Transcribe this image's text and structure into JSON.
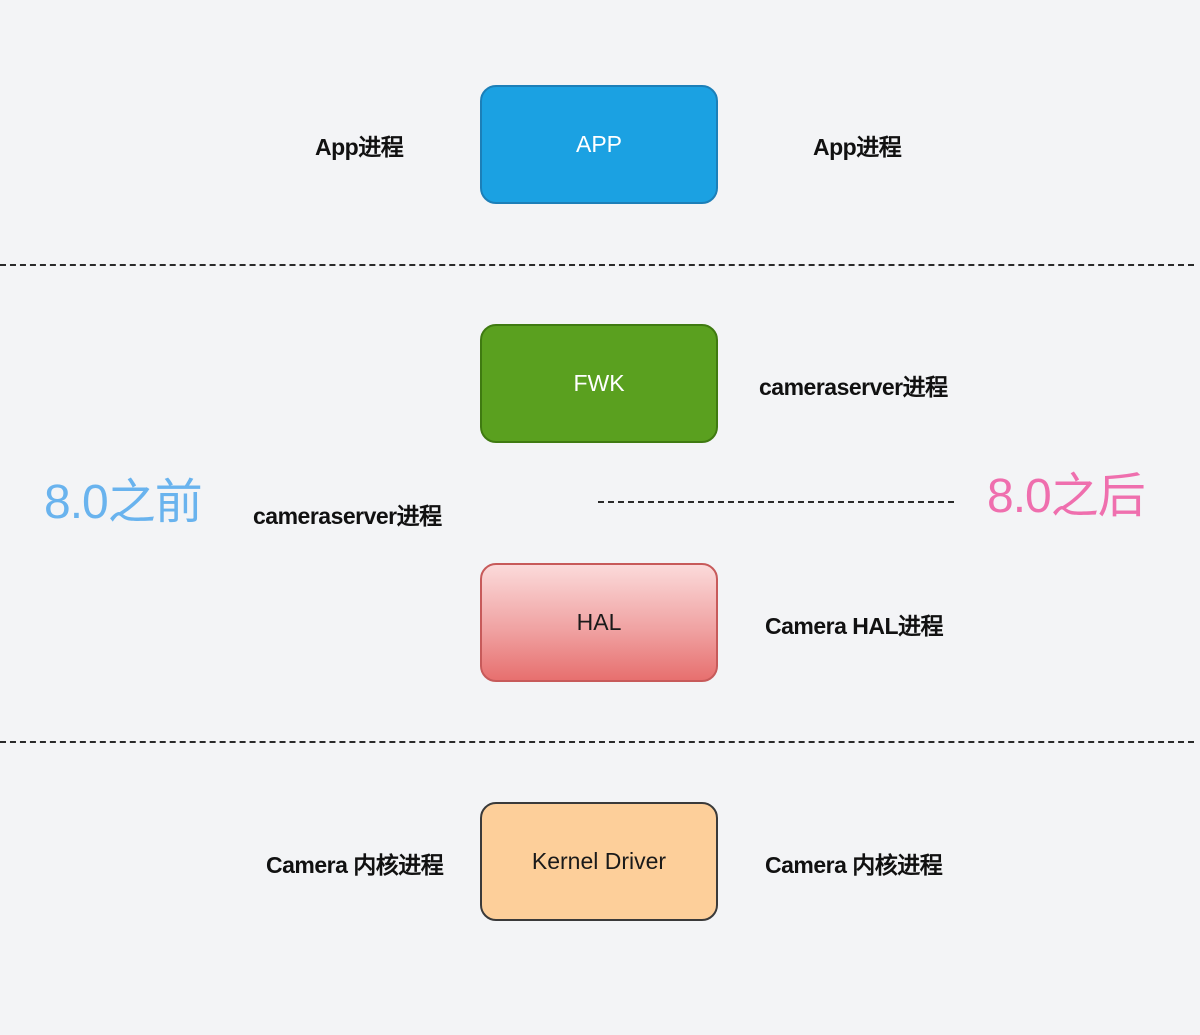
{
  "components": {
    "app": "APP",
    "fwk": "FWK",
    "hal": "HAL",
    "kernel": "Kernel Driver"
  },
  "labels": {
    "app_left": "App进程",
    "app_right": "App进程",
    "fwk_right": "cameraserver进程",
    "server_left": "cameraserver进程",
    "hal_right": "Camera HAL进程",
    "kernel_left": "Camera 内核进程",
    "kernel_right": "Camera 内核进程"
  },
  "versions": {
    "before": "8.0之前",
    "after": "8.0之后"
  },
  "colors": {
    "background": "#f3f4f6",
    "app": "#1ba1e2",
    "fwk": "#5aa01f",
    "hal_top": "#fbdada",
    "hal_bottom": "#e7706f",
    "kernel": "#fdcf9a",
    "before_text": "#69b3ee",
    "after_text": "#ef6fae"
  }
}
